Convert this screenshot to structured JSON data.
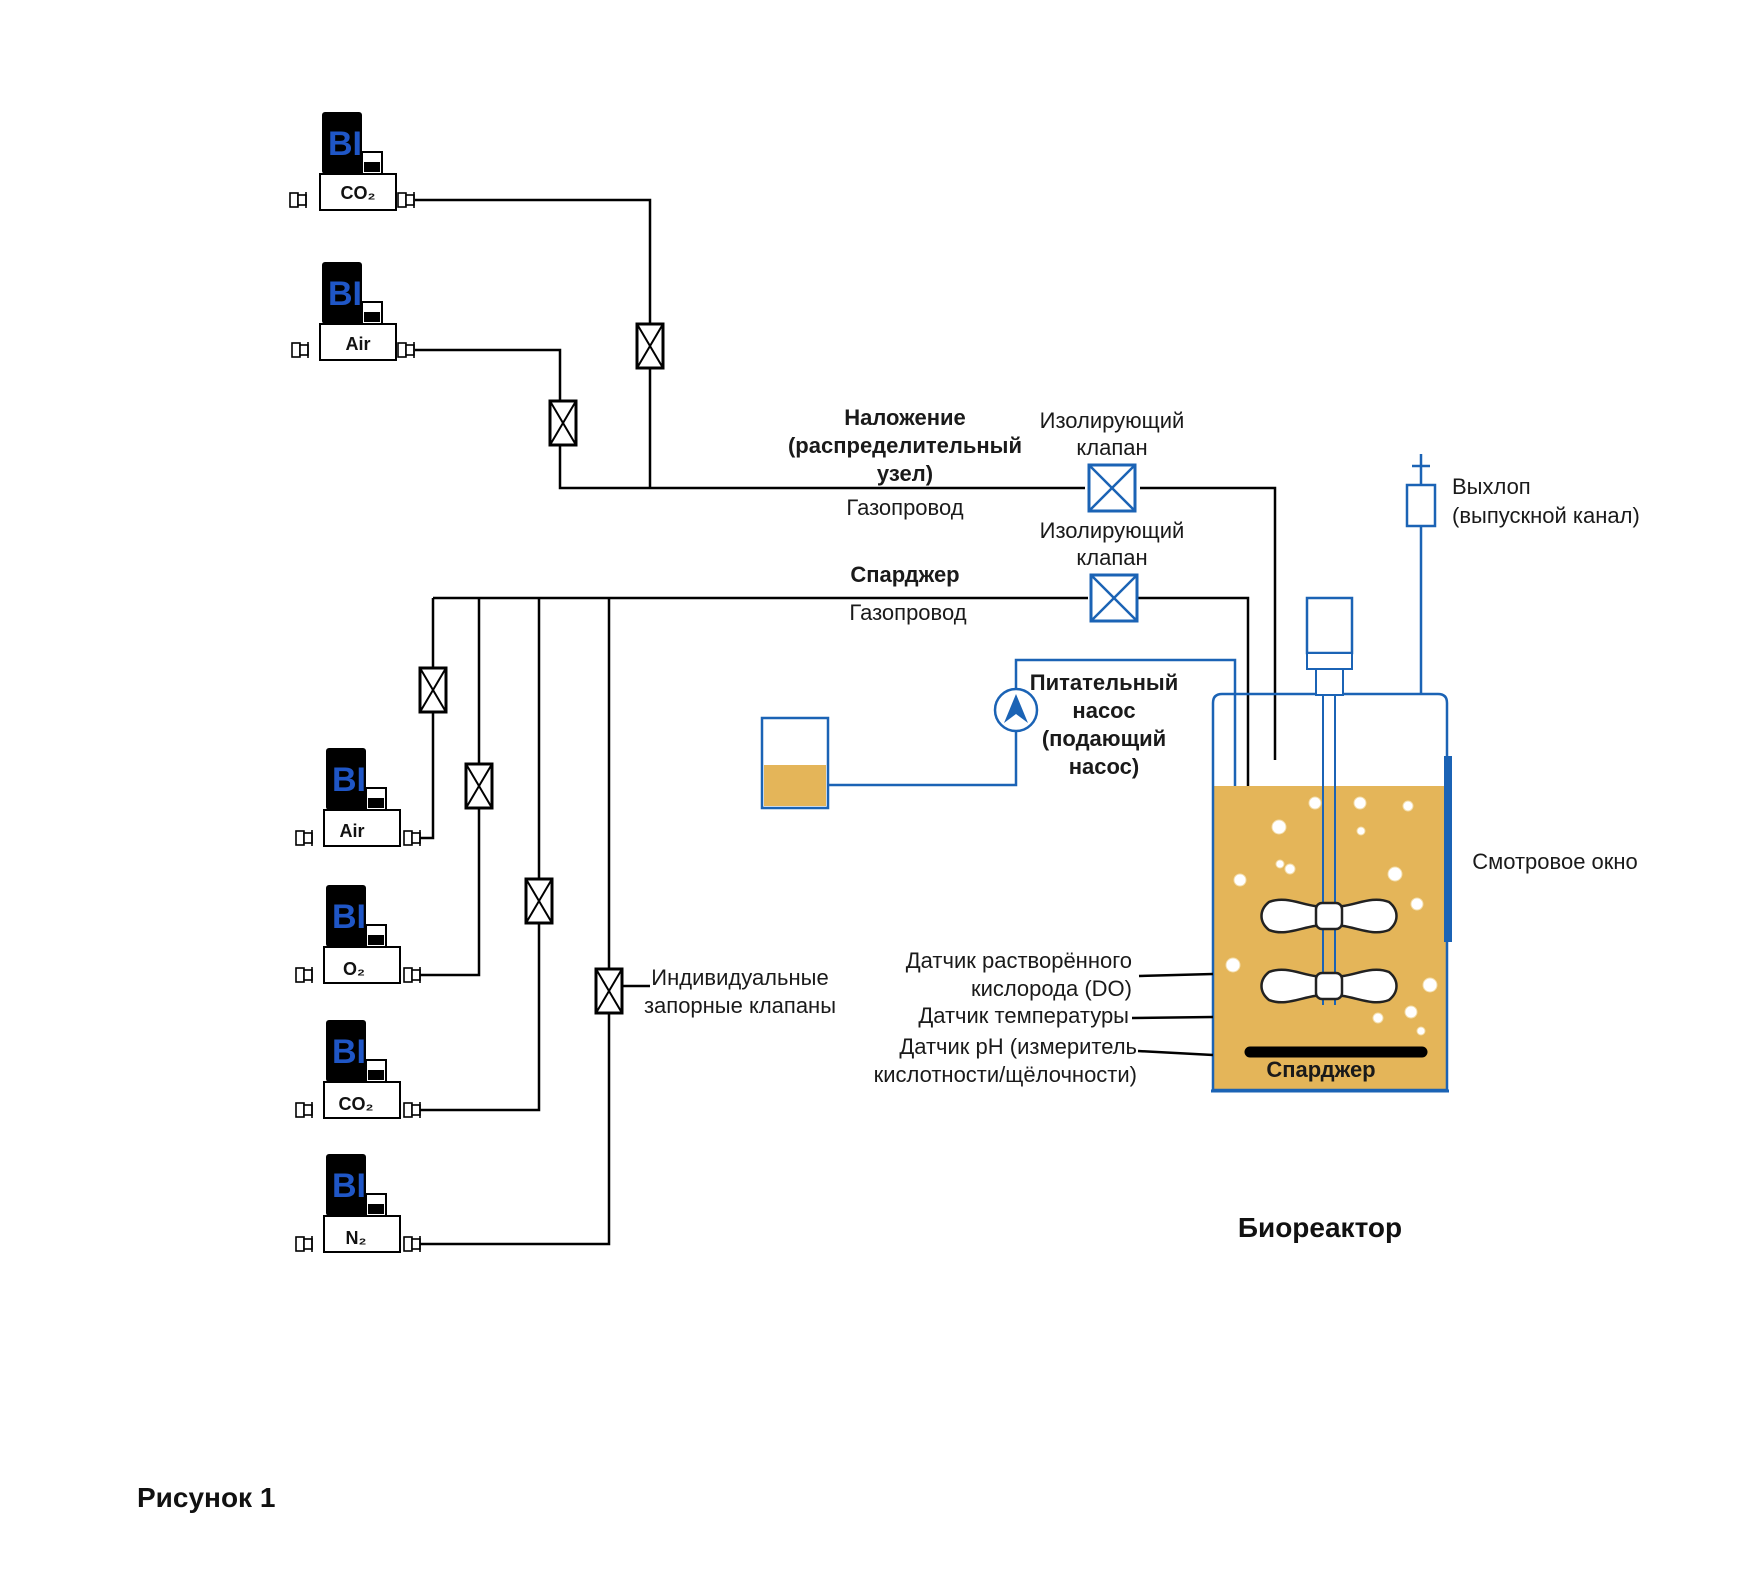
{
  "figure_caption": "Рисунок 1",
  "bioreactor_title": "Биореактор",
  "mfc_brand": "BI",
  "mfcs": [
    {
      "gas": "CO₂"
    },
    {
      "gas": "Air"
    },
    {
      "gas": "Air"
    },
    {
      "gas": "O₂"
    },
    {
      "gas": "CO₂"
    },
    {
      "gas": "N₂"
    }
  ],
  "overlay_line": {
    "title": [
      "Наложение",
      "(распределительный",
      "узел)"
    ],
    "subtitle": "Газопровод"
  },
  "sparger_line": {
    "title": "Спарджер",
    "subtitle": "Газопровод"
  },
  "isolation_valve_label": [
    "Изолирующий",
    "клапан"
  ],
  "isolation_valve_label_2": [
    "Изолирующий",
    "клапан"
  ],
  "feed_pump_label": [
    "Питательный",
    "насос",
    "(подающий",
    "насос)"
  ],
  "exhaust_label": [
    "Выхлоп",
    "(выпускной канал)"
  ],
  "sight_window_label": "Смотровое окно",
  "shutoff_valves_label": [
    "Индивидуальные",
    "запорные клапаны"
  ],
  "sensors": {
    "do": [
      "Датчик растворённого",
      "кислорода (DO)"
    ],
    "temp": "Датчик температуры",
    "ph": [
      "Датчик pH (измеритель",
      "кислотности/щёлочности)"
    ]
  },
  "sparger_inside_label": "Спарджер",
  "colors": {
    "line": "#000000",
    "blue": "#1b63b5",
    "medium": "#e4b559",
    "brand": "#1f56c6"
  }
}
